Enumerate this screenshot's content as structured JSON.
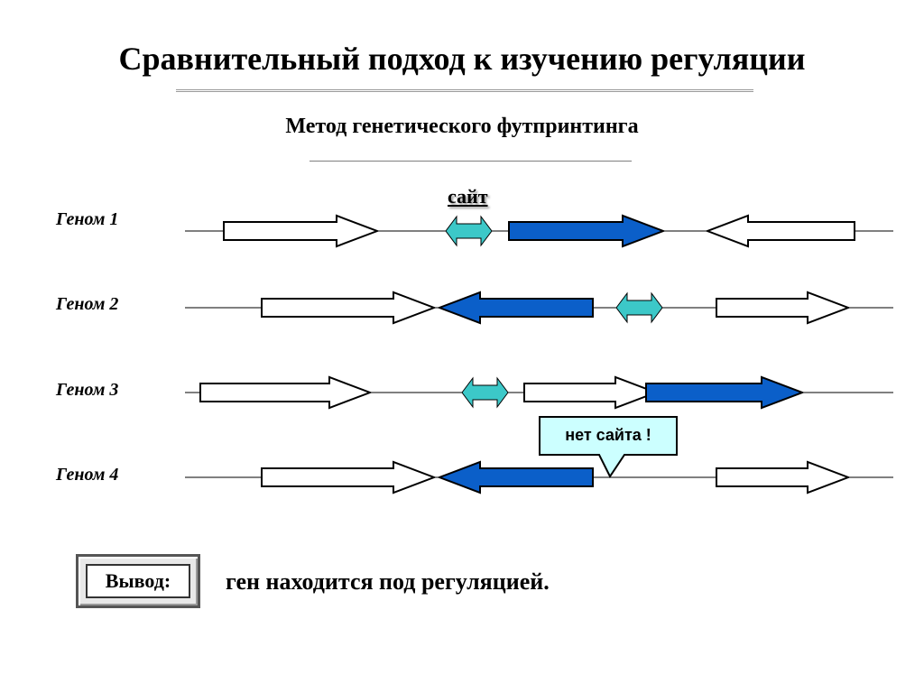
{
  "slide": {
    "title": "Сравнительный подход к изучению регуляции",
    "subtitle": "Метод генетического футпринтинга",
    "site_label": "сайт",
    "callout": "нет сайта !",
    "conclusion_label": "Вывод:",
    "conclusion_text": "ген находится под регуляцией."
  },
  "genomes": [
    {
      "label": "Геном 1"
    },
    {
      "label": "Геном 2"
    },
    {
      "label": "Геном 3"
    },
    {
      "label": "Геном 4"
    }
  ],
  "colors": {
    "regulated_gene": "#0b5fc9",
    "site": "#3cc8c8",
    "other_gene": "#ffffff",
    "stroke": "#000000",
    "callout_fill": "#ccffff"
  }
}
